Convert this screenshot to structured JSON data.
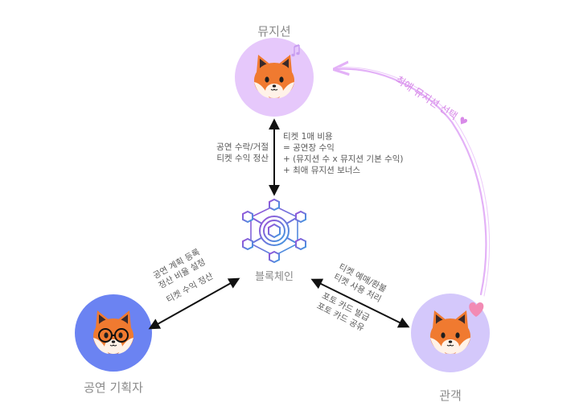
{
  "nodes": {
    "musician": {
      "label": "뮤지션"
    },
    "blockchain": {
      "label": "블록체인"
    },
    "organizer": {
      "label": "공연 기획자"
    },
    "audience": {
      "label": "관객"
    }
  },
  "edges": {
    "musician_blockchain_left": [
      "공연 수락/거절",
      "티켓 수익 정산"
    ],
    "musician_blockchain_right": [
      "티켓 1매 비용",
      "= 공연장 수익",
      "+ (뮤지션 수 x 뮤지션 기본 수익)",
      "+ 최애 뮤지션 보너스"
    ],
    "organizer_blockchain": [
      "공연 계획 등록",
      "정산 비율 설정",
      "티켓 수익 정산"
    ],
    "audience_blockchain_top": [
      "티켓 예매/환불",
      "티켓 사용 처리"
    ],
    "audience_blockchain_bottom": [
      "포토 카드 발급",
      "포토 카드 공유"
    ],
    "audience_musician_curve": "최애 뮤지션 선택 ♥"
  },
  "colors": {
    "musician_bg": "#e6c8fb",
    "organizer_bg": "#6b83f2",
    "audience_bg": "#d4c8fb",
    "curve": "#e3b1f7",
    "heart": "#f28bb4",
    "note": "#c79cf0",
    "arrow": "#111111",
    "fox_orange": "#f07a30"
  },
  "icons": {
    "musician": "fox-face-icon",
    "organizer": "fox-with-glasses-icon",
    "audience": "fox-face-icon",
    "blockchain": "blockchain-network-icon"
  }
}
